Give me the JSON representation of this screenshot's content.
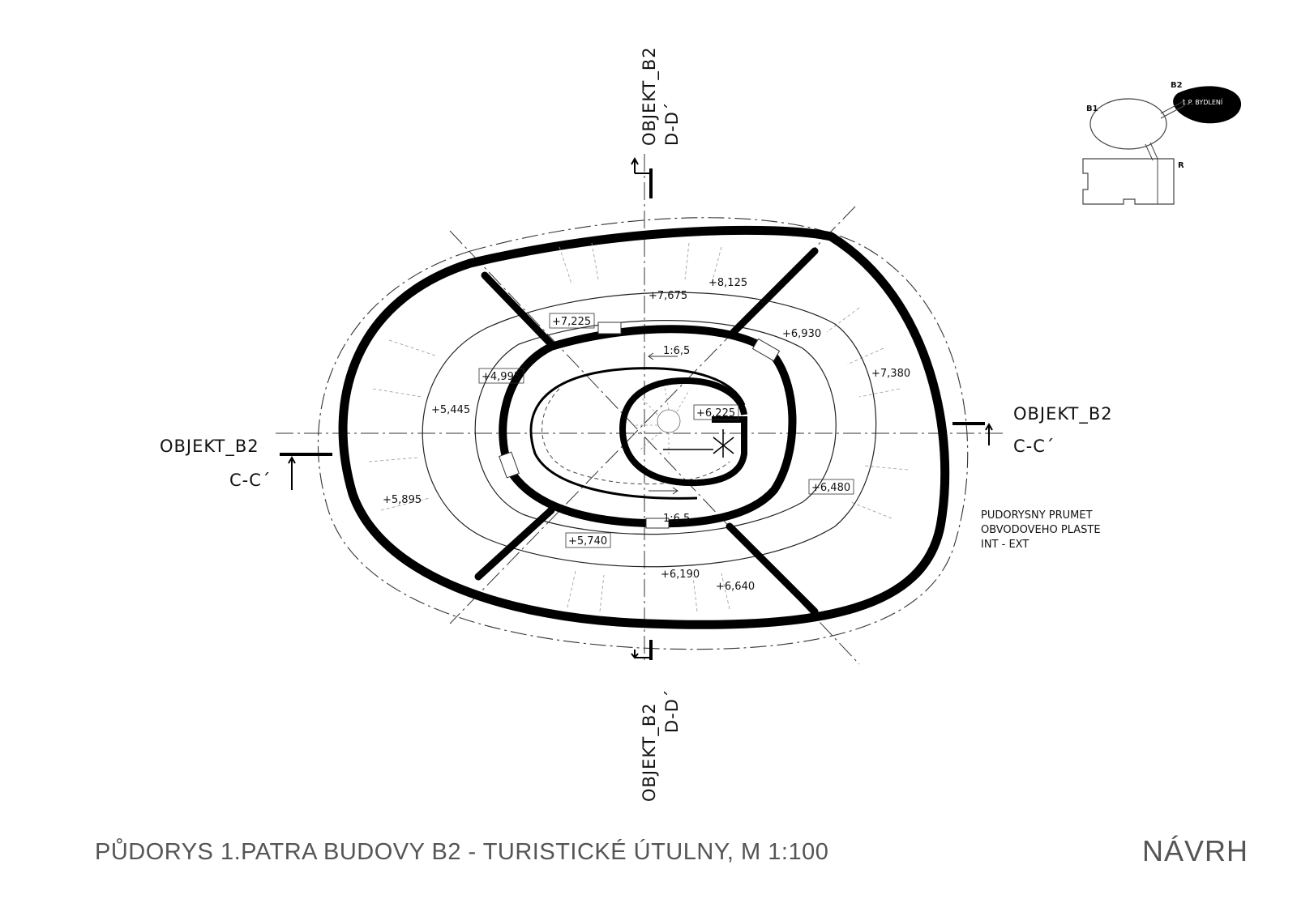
{
  "caption": "PŮDORYS 1.PATRA BUDOVY B2 - TURISTICKÉ ÚTULNY, M 1:100",
  "stamp": "NÁVRH",
  "sections": {
    "object": "OBJEKT_B2",
    "cc": "C-C´",
    "dd": "D-D´"
  },
  "elevations": {
    "e8125": "+8,125",
    "e7675": "+7,675",
    "e7225": "+7,225",
    "e6930": "+6,930",
    "e7380": "+7,380",
    "e4995": "+4,995",
    "e5445": "+5,445",
    "e6225": "+6,225",
    "e6480": "+6,480",
    "e5895": "+5,895",
    "e5740": "+5,740",
    "e6190": "+6,190",
    "e6640": "+6,640"
  },
  "slopes": {
    "top": "1:6,5",
    "bottom": "1:6,5"
  },
  "note": {
    "line1": "PUDORYSNY PRUMET",
    "line2": "OBVODOVEHO PLASTE",
    "line3": "INT - EXT"
  },
  "keymap": {
    "b1": "B1",
    "b2": "B2",
    "r": "R",
    "floor": "1.P. BYDLENÍ"
  }
}
